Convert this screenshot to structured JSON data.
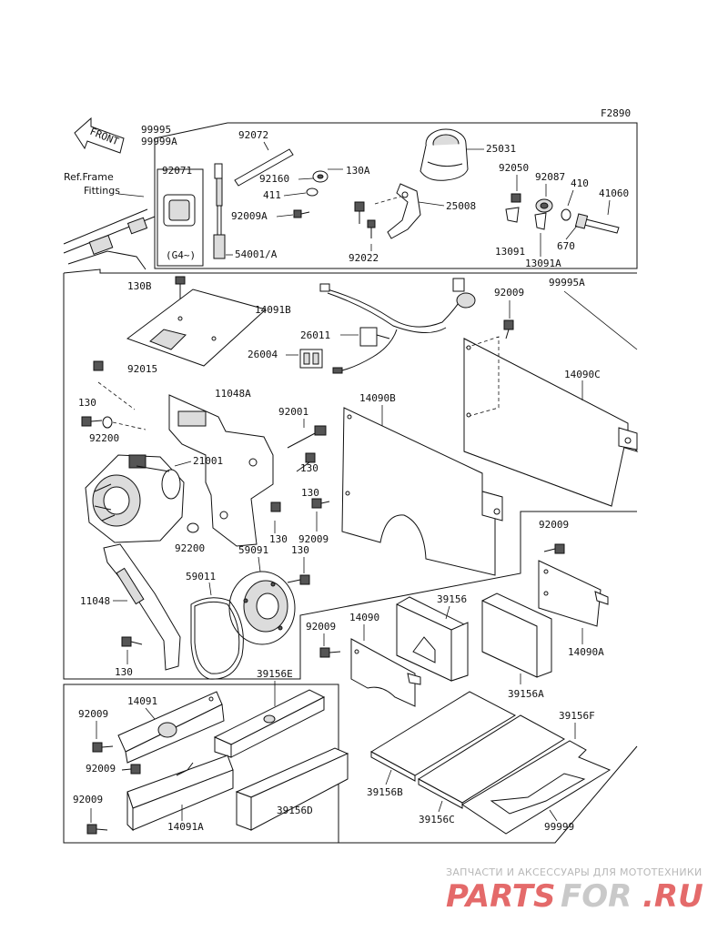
{
  "figure_code": "F2890",
  "front_arrow": "FRONT",
  "ref_note": [
    "Ref.Frame",
    "Fittings"
  ],
  "g4_note": "(G4~)",
  "parts": {
    "p99995": "99995",
    "p99999A_top": "99999A",
    "p92072": "92072",
    "p92071": "92071",
    "p92160": "92160",
    "p411": "411",
    "p92009A": "92009A",
    "p54001A": "54001/A",
    "p130A": "130A",
    "p25031": "25031",
    "p25008": "25008",
    "p92022": "92022",
    "p92050": "92050",
    "p92087": "92087",
    "p410": "410",
    "p41060": "41060",
    "p13091": "13091",
    "p13091A": "13091A",
    "p670": "670",
    "p130B": "130B",
    "p14091B": "14091B",
    "p92009_a": "92009",
    "p99995A": "99995A",
    "p26011": "26011",
    "p26004": "26004",
    "p92015": "92015",
    "p11048A": "11048A",
    "p14090C": "14090C",
    "p130_a": "130",
    "p14090B": "14090B",
    "p92001": "92001",
    "p92200_a": "92200",
    "p21001": "21001",
    "p130_b": "130",
    "p130_c": "130",
    "p92009_b": "92009",
    "p92009_c": "92009",
    "p92200_b": "92200",
    "p59091": "59091",
    "p130_d": "130",
    "p59011": "59011",
    "p11048": "11048",
    "p39156": "39156",
    "p92009_d": "92009",
    "p14090": "14090",
    "p14090A": "14090A",
    "p130_e": "130",
    "p39156E": "39156E",
    "p39156A": "39156A",
    "p92009_e": "92009",
    "p14091": "14091",
    "p39156F": "39156F",
    "p92009_f": "92009",
    "p39156B": "39156B",
    "p92009_g": "92009",
    "p14091A": "14091A",
    "p39156D": "39156D",
    "p39156C": "39156C",
    "p99999": "99999"
  },
  "watermark": {
    "top": "ЗАПЧАСТИ И АКСЕССУАРЫ ДЛЯ МОТОТЕХНИКИ",
    "brand_a": "PARTS",
    "brand_b": "FOR",
    "brand_c": ".RU"
  }
}
